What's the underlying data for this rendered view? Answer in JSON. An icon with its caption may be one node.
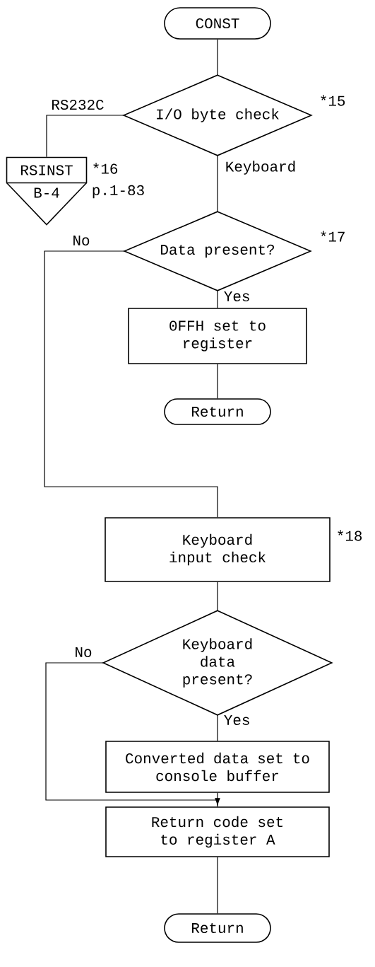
{
  "diagram": {
    "nodes": [
      {
        "text": [
          "CONST"
        ]
      },
      {
        "text": [
          "I/O byte check"
        ],
        "beside": [
          "*15"
        ]
      },
      {
        "text": [
          "RSINST",
          "B-4"
        ],
        "beside": [
          "*16",
          "p.1-83"
        ]
      },
      {
        "text": [
          "Data present?"
        ],
        "beside": [
          "*17"
        ]
      },
      {
        "text": [
          "0FFH set to register"
        ]
      },
      {
        "text": [
          "Return"
        ]
      },
      {
        "text": [
          "Keyboard input check"
        ],
        "beside": [
          "*18"
        ]
      },
      {
        "text": [
          "Keyboard data present?"
        ]
      },
      {
        "text": [
          "Converted data set to console buffer"
        ]
      },
      {
        "text": [
          "Return code set to register A"
        ]
      },
      {
        "text": [
          "Return"
        ]
      }
    ],
    "edges": [
      {
        "from": 0,
        "to": 1,
        "arrow": "none"
      },
      {
        "from": 1,
        "to": 2,
        "arrow": "none",
        "label": "RS232C"
      },
      {
        "from": 1,
        "to": 3,
        "arrow": "none",
        "label": "Keyboard"
      },
      {
        "from": 3,
        "to": 4,
        "arrow": "none",
        "label": "Yes"
      },
      {
        "from": 4,
        "to": 5,
        "arrow": "none"
      },
      {
        "from": 3,
        "to": 6,
        "arrow": "none",
        "label": "No"
      },
      {
        "from": 6,
        "to": 7,
        "arrow": "none"
      },
      {
        "from": 7,
        "to": 8,
        "arrow": "none",
        "label": "Yes"
      },
      {
        "from": 8,
        "to": 9,
        "arrow": "none"
      },
      {
        "from": 7,
        "to": 9,
        "arrow": "to",
        "label": "No"
      },
      {
        "from": 9,
        "to": 10,
        "arrow": "none"
      }
    ]
  }
}
